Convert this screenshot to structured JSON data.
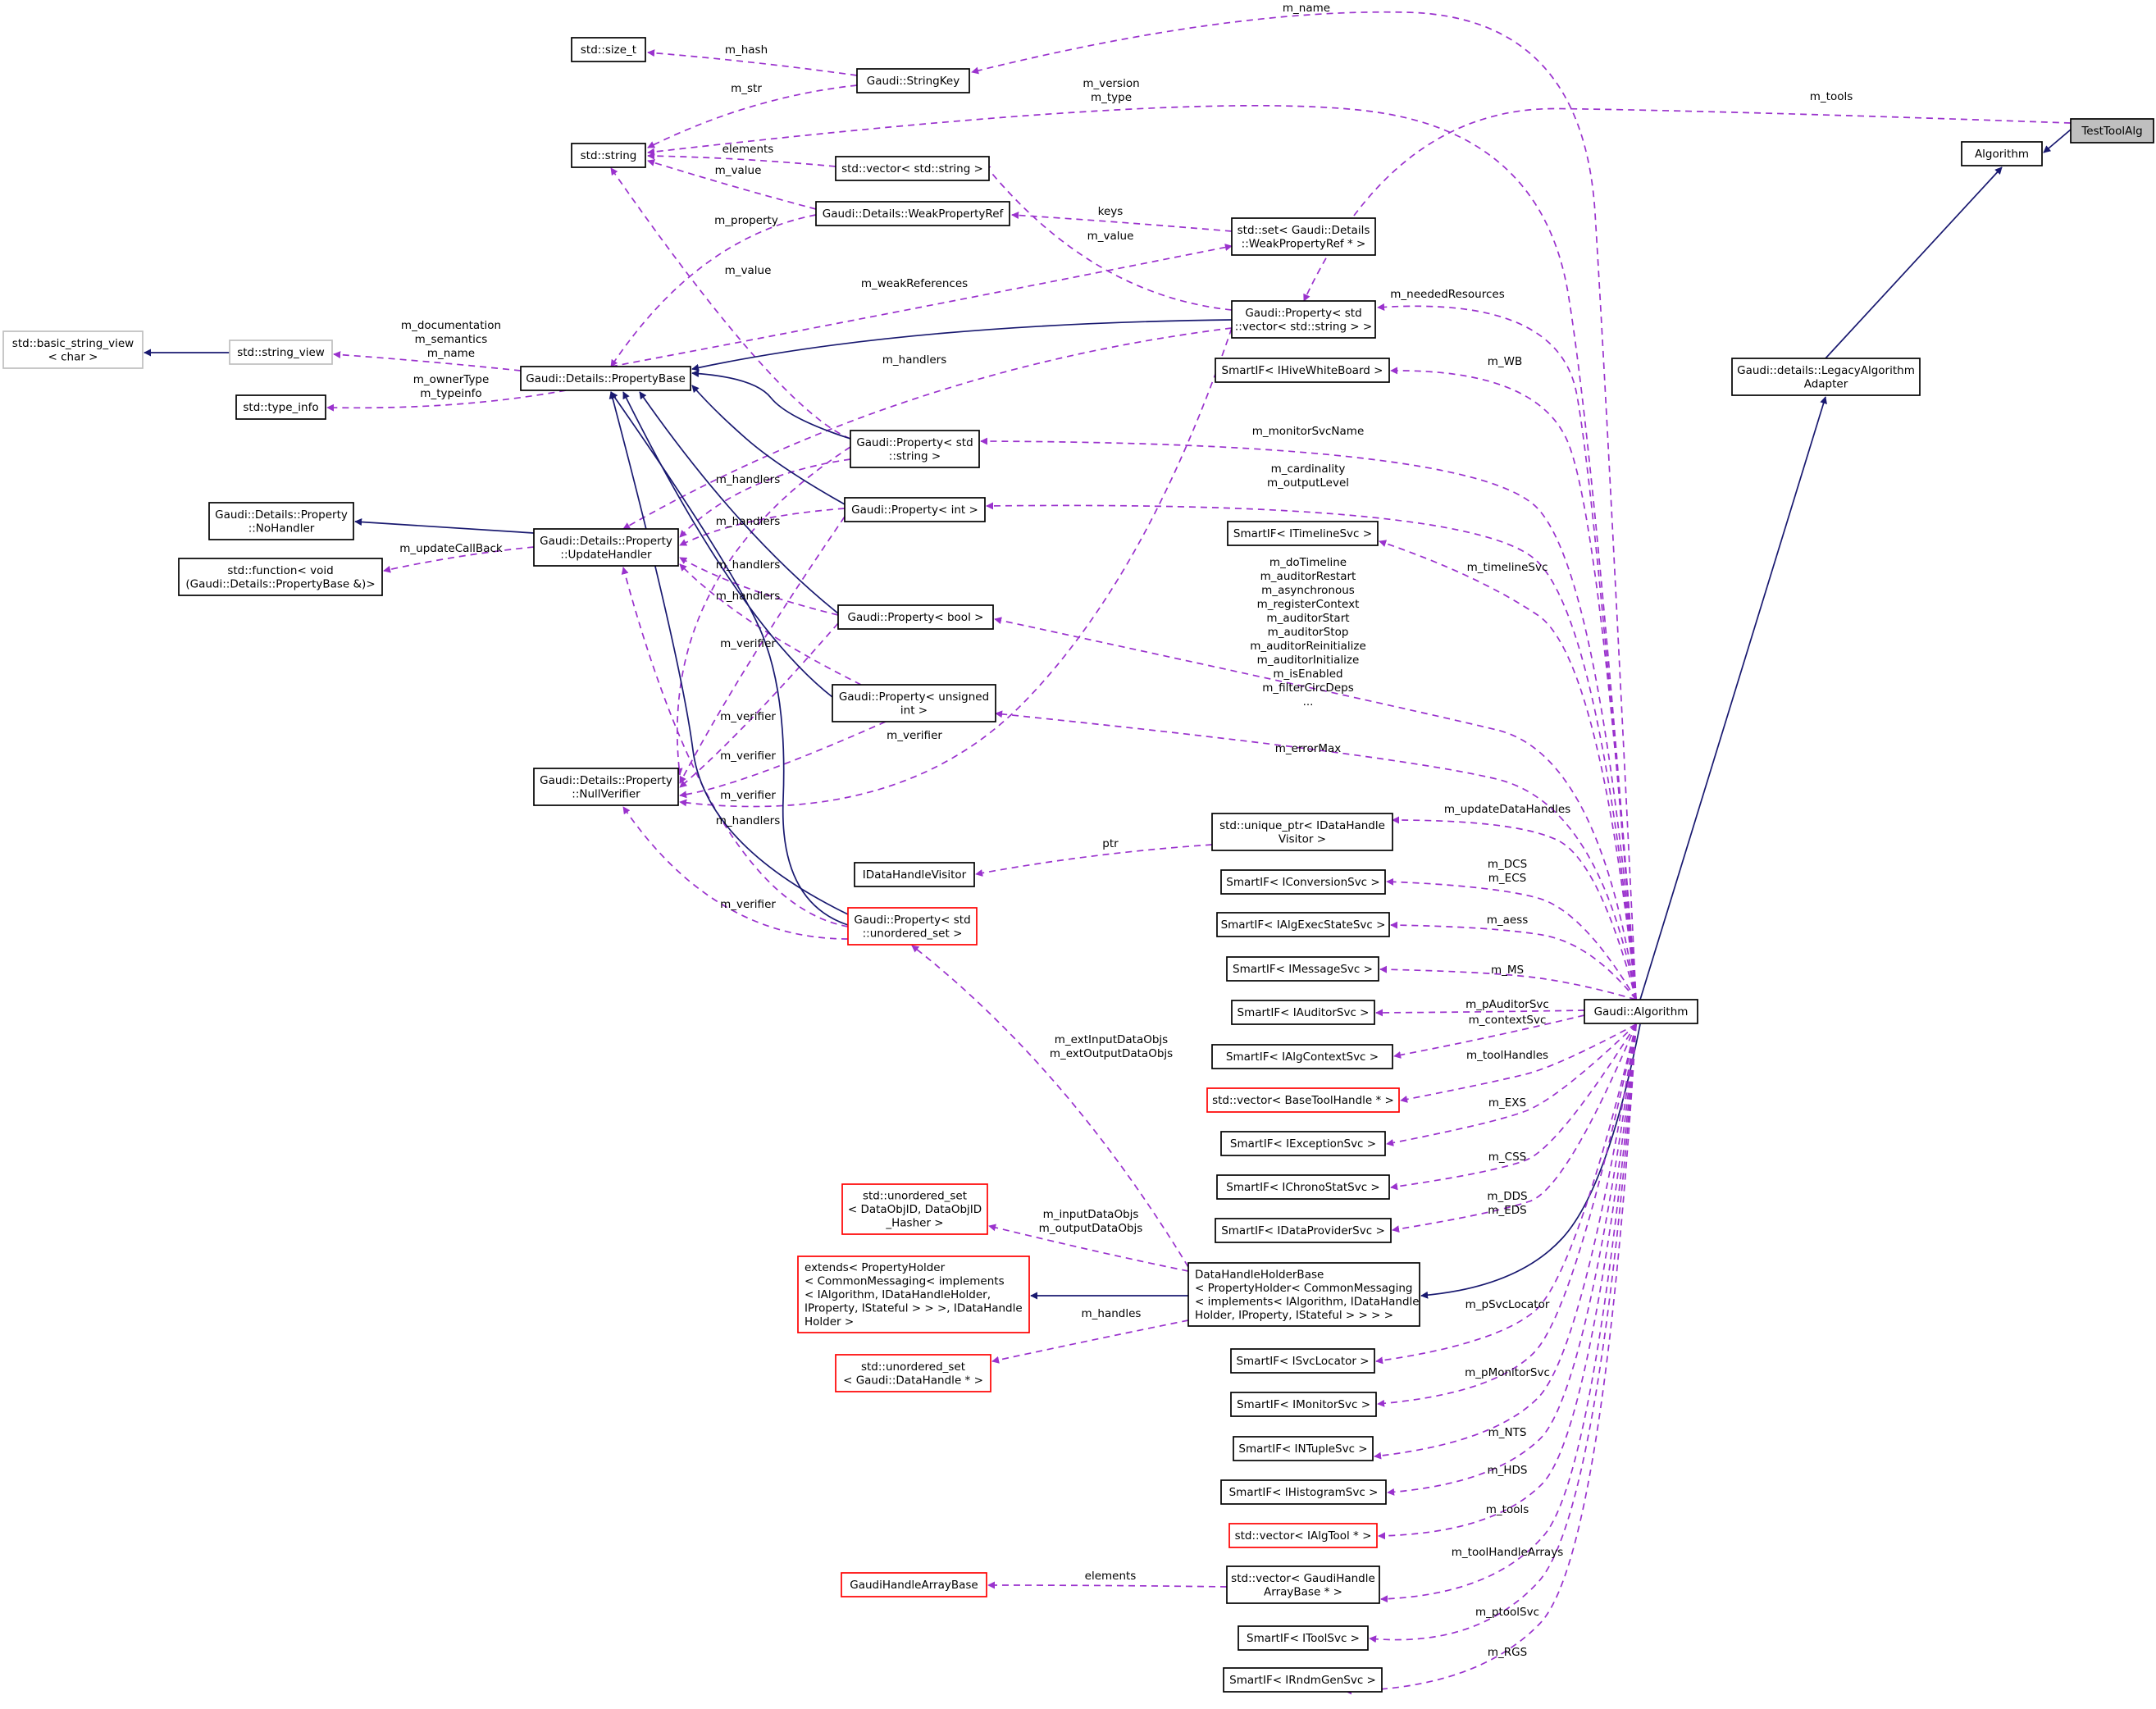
{
  "nodes": {
    "size_t": [
      "std::size_t"
    ],
    "stringkey": [
      "Gaudi::StringKey"
    ],
    "string": [
      "std::string"
    ],
    "vecstring": [
      "std::vector< std::string >"
    ],
    "weakref": [
      "Gaudi::Details::WeakPropertyRef"
    ],
    "setweak": [
      "std::set< Gaudi::Details",
      "::WeakPropertyRef * >"
    ],
    "propvec": [
      "Gaudi::Property< std",
      "::vector< std::string > >"
    ],
    "bsv": [
      "std::basic_string_view",
      "< char >"
    ],
    "sv": [
      "std::string_view"
    ],
    "propbase": [
      "Gaudi::Details::PropertyBase"
    ],
    "typeinfo": [
      "std::type_info"
    ],
    "nohandler": [
      "Gaudi::Details::Property",
      "::NoHandler"
    ],
    "updhandler": [
      "Gaudi::Details::Property",
      "::UpdateHandler"
    ],
    "stdfunc": [
      "std::function< void",
      "(Gaudi::Details::PropertyBase &)>"
    ],
    "propstr": [
      "Gaudi::Property< std",
      "::string >"
    ],
    "propint": [
      "Gaudi::Property< int >"
    ],
    "propbool": [
      "Gaudi::Property< bool >"
    ],
    "propuint": [
      "Gaudi::Property< unsigned",
      " int >"
    ],
    "nullver": [
      "Gaudi::Details::Property",
      "::NullVerifier"
    ],
    "dhvisitor": [
      "IDataHandleVisitor"
    ],
    "propuset": [
      "Gaudi::Property< std",
      "::unordered_set >"
    ],
    "uptr": [
      "std::unique_ptr< IDataHandle",
      "Visitor >"
    ],
    "hivewb": [
      "SmartIF< IHiveWhiteBoard >"
    ],
    "timeline": [
      "SmartIF< ITimelineSvc >"
    ],
    "conversion": [
      "SmartIF< IConversionSvc >"
    ],
    "algexec": [
      "SmartIF< IAlgExecStateSvc >"
    ],
    "message": [
      "SmartIF< IMessageSvc >"
    ],
    "auditor": [
      "SmartIF< IAuditorSvc >"
    ],
    "algctx": [
      "SmartIF< IAlgContextSvc >"
    ],
    "basetool": [
      "std::vector< BaseToolHandle * >"
    ],
    "exception": [
      "SmartIF< IExceptionSvc >"
    ],
    "chrono": [
      "SmartIF< IChronoStatSvc >"
    ],
    "dataprov": [
      "SmartIF< IDataProviderSvc >"
    ],
    "usetid": [
      "std::unordered_set",
      "< DataObjID, DataObjID",
      "_Hasher >"
    ],
    "extends": [
      "extends< PropertyHolder",
      "< CommonMessaging< implements",
      "< IAlgorithm, IDataHandleHolder,",
      "IProperty, IStateful > > >, IDataHandle",
      "Holder >"
    ],
    "dhhb": [
      "DataHandleHolderBase",
      "< PropertyHolder< CommonMessaging",
      "< implements< IAlgorithm, IDataHandle",
      "Holder, IProperty, IStateful > > > >"
    ],
    "usethandle": [
      "std::unordered_set",
      "< Gaudi::DataHandle * >"
    ],
    "svcloc": [
      "SmartIF< ISvcLocator >"
    ],
    "monitor": [
      "SmartIF< IMonitorSvc >"
    ],
    "ntuple": [
      "SmartIF< INTupleSvc >"
    ],
    "histo": [
      "SmartIF< IHistogramSvc >"
    ],
    "algtool": [
      "std::vector< IAlgTool * >"
    ],
    "ghab": [
      "GaudiHandleArrayBase"
    ],
    "vecghab": [
      "std::vector< GaudiHandle",
      "ArrayBase * >"
    ],
    "toolsvc": [
      "SmartIF< IToolSvc >"
    ],
    "rndm": [
      "SmartIF< IRndmGenSvc >"
    ],
    "testtool": [
      "TestToolAlg"
    ],
    "algorithm": [
      "Algorithm"
    ],
    "legacy": [
      "Gaudi::details::LegacyAlgorithm",
      "Adapter"
    ],
    "galg": [
      "Gaudi::Algorithm"
    ]
  },
  "edge_labels": {
    "m_hash": [
      "m_hash"
    ],
    "m_str": [
      "m_str"
    ],
    "m_name": [
      "m_name"
    ],
    "m_version": [
      "m_version",
      "m_type"
    ],
    "m_tools_top": [
      "m_tools"
    ],
    "elements_str": [
      "elements"
    ],
    "m_value_wr": [
      "m_value"
    ],
    "keys": [
      "keys"
    ],
    "m_value_pv": [
      "m_value"
    ],
    "m_property": [
      "m_property"
    ],
    "m_value_ps": [
      "m_value"
    ],
    "m_weakrefs": [
      "m_weakReferences"
    ],
    "m_needed": [
      "m_neededResources"
    ],
    "m_doc": [
      "m_documentation",
      "m_semantics",
      "m_name"
    ],
    "m_owner": [
      "m_ownerType",
      "m_typeinfo"
    ],
    "m_handlers_pv": [
      "m_handlers"
    ],
    "m_wb": [
      "m_WB"
    ],
    "m_monitorsvcname": [
      "m_monitorSvcName"
    ],
    "m_card": [
      "m_cardinality",
      "m_outputLevel"
    ],
    "m_updcb": [
      "m_updateCallBack"
    ],
    "m_handlers_ps": [
      "m_handlers"
    ],
    "m_handlers_pi": [
      "m_handlers"
    ],
    "m_timeline": [
      "m_timelineSvc"
    ],
    "m_handlers_pb": [
      "m_handlers"
    ],
    "m_handlers_pu": [
      "m_handlers"
    ],
    "m_bools": [
      "m_doTimeline",
      "m_auditorRestart",
      "m_asynchronous",
      "m_registerContext",
      "m_auditorStart",
      "m_auditorStop",
      "m_auditorReinitialize",
      "m_auditorInitialize",
      "m_isEnabled",
      "m_filterCircDeps",
      "..."
    ],
    "m_verifier_a": [
      "m_verifier"
    ],
    "m_verifier_b": [
      "m_verifier"
    ],
    "m_verifier_c": [
      "m_verifier"
    ],
    "m_verifier_d": [
      "m_verifier"
    ],
    "m_verifier_e": [
      "m_verifier"
    ],
    "m_errormax": [
      "m_errorMax"
    ],
    "m_handlers_us": [
      "m_handlers"
    ],
    "m_upddh": [
      "m_updateDataHandles"
    ],
    "ptr": [
      "ptr"
    ],
    "m_dcs": [
      "m_DCS",
      "m_ECS"
    ],
    "m_verifier_us": [
      "m_verifier"
    ],
    "m_aess": [
      "m_aess"
    ],
    "m_ms": [
      "m_MS"
    ],
    "m_pauditor": [
      "m_pAuditorSvc"
    ],
    "m_ctx": [
      "m_contextSvc"
    ],
    "m_exts": [
      "m_extInputDataObjs",
      "m_extOutputDataObjs"
    ],
    "m_toolhandles": [
      "m_toolHandles"
    ],
    "m_exs": [
      "m_EXS"
    ],
    "m_css": [
      "m_CSS"
    ],
    "m_dds": [
      "m_DDS",
      "m_EDS"
    ],
    "m_inputs": [
      "m_inputDataObjs",
      "m_outputDataObjs"
    ],
    "m_psvcloc": [
      "m_pSvcLocator"
    ],
    "m_handles": [
      "m_handles"
    ],
    "m_pmon": [
      "m_pMonitorSvc"
    ],
    "m_nts": [
      "m_NTS"
    ],
    "m_hds": [
      "m_HDS"
    ],
    "m_tools_b": [
      "m_tools"
    ],
    "m_tharr": [
      "m_toolHandleArrays"
    ],
    "elements_gh": [
      "elements"
    ],
    "m_ptool": [
      "m_ptoolSvc"
    ],
    "m_rgs": [
      "m_RGS"
    ]
  }
}
